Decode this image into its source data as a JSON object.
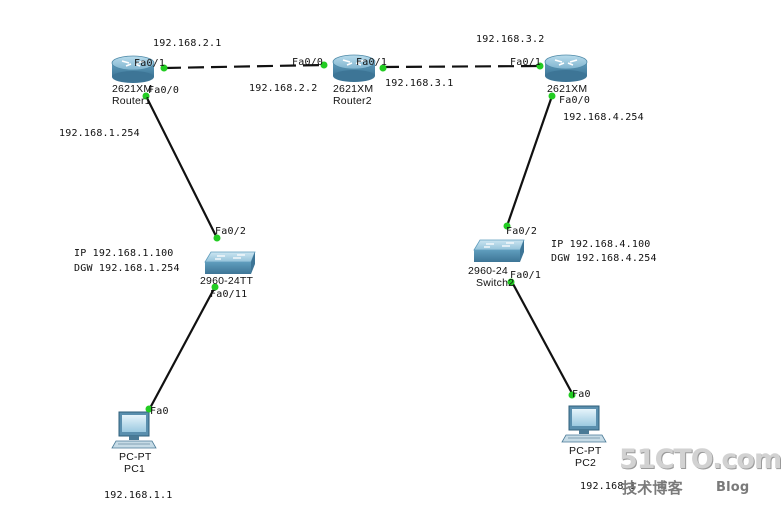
{
  "routers": {
    "router1": {
      "model": "2621XM",
      "name": "Router1"
    },
    "router2": {
      "model": "2621XM",
      "name": "Router2"
    },
    "router3": {
      "model": "2621XM"
    }
  },
  "switches": {
    "switch1": {
      "model": "2960-24TT"
    },
    "switch2": {
      "model": "2960-24",
      "name": "Switch2"
    }
  },
  "pcs": {
    "pc1": {
      "model": "PC-PT",
      "name": "PC1",
      "ip": "192.168.1.1"
    },
    "pc2": {
      "model": "PC-PT",
      "name": "PC2",
      "ip": "192.168.1"
    }
  },
  "ports": {
    "r1_fa01": "Fa0/1",
    "r1_fa00": "Fa0/0",
    "r2_fa00": "Fa0/0",
    "r2_fa01": "Fa0/1",
    "r3_fa01": "Fa0/1",
    "r3_fa00": "Fa0/0",
    "s1_fa02": "Fa0/2",
    "s1_fa011": "Fa0/11",
    "s2_fa02": "Fa0/2",
    "s2_fa01": "Fa0/1",
    "pc1_fa0": "Fa0",
    "pc2_fa0": "Fa0"
  },
  "addresses": {
    "r1_fa01": "192.168.2.1",
    "r2_fa00": "192.168.2.2",
    "r2_fa01": "192.168.3.1",
    "r3_fa01": "192.168.3.2",
    "r1_fa00": "192.168.1.254",
    "r3_fa00": "192.168.4.254"
  },
  "host_config": {
    "pc1_ip": "IP 192.168.1.100",
    "pc1_dgw": "DGW 192.168.1.254",
    "pc2_ip": "IP 192.168.4.100",
    "pc2_dgw": "DGW 192.168.4.254"
  },
  "watermark": {
    "site": "51CTO.com",
    "subtitle": "技术博客",
    "blog": "Blog"
  },
  "colors": {
    "link_up": "#22cc22",
    "cable": "#111111",
    "router_body": "#6aa6c4",
    "switch_body": "#7fb0c8"
  }
}
